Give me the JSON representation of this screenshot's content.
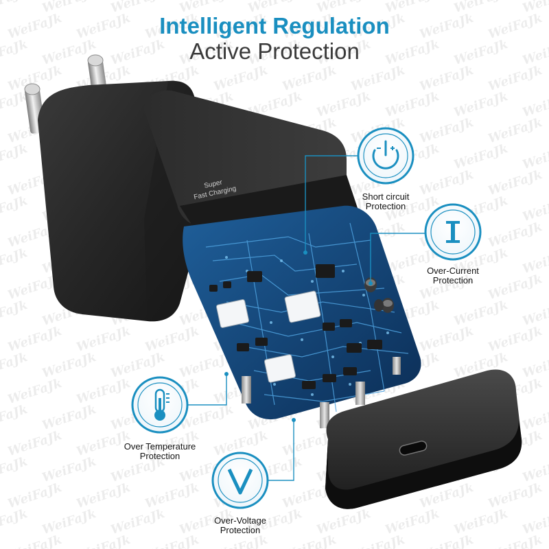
{
  "headline": "Intelligent Regulation",
  "subheadline": "Active Protection",
  "watermark": "WeiFaJk",
  "charger_text": {
    "line1": "Super",
    "line2": "Fast Charging"
  },
  "colors": {
    "accent": "#1a8fc0",
    "charger_body": "#2a2a2a",
    "pcb": "#0f3d6e"
  },
  "features": [
    {
      "icon": "short-circuit-icon",
      "line1": "Short circuit",
      "line2": "Protection"
    },
    {
      "icon": "over-current-icon",
      "line1": "Over-Current",
      "line2": "Protection"
    },
    {
      "icon": "thermometer-icon",
      "line1": "Over Temperature",
      "line2": "Protection"
    },
    {
      "icon": "over-voltage-icon",
      "line1": "Over-Voltage",
      "line2": "Protection"
    }
  ]
}
